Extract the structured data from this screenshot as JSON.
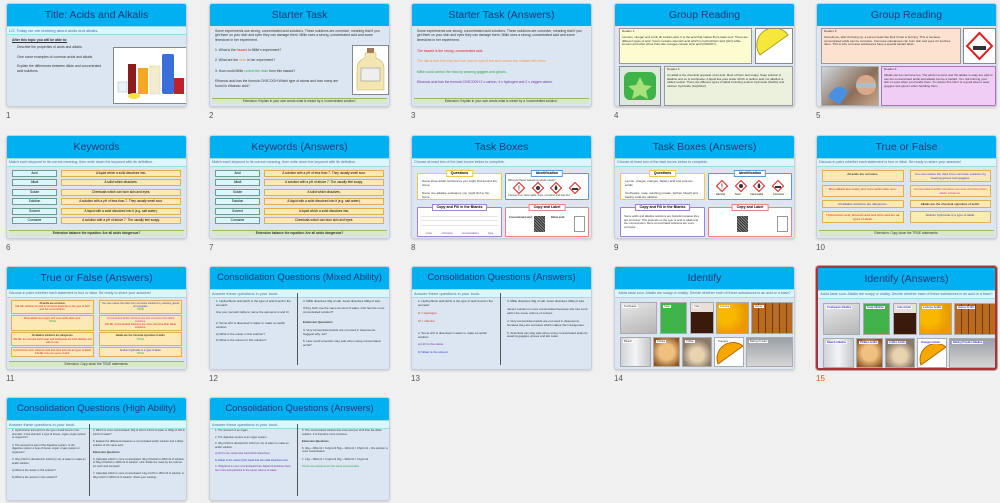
{
  "view": "slide-sorter",
  "selected_slide": 15,
  "colors": {
    "title_bar": "#00b0f0",
    "slide_bg": "#dce6f2",
    "title_text": "#1f3a7a",
    "selected_border": "#a3363a",
    "selected_number": "#d4562b"
  },
  "slides": [
    {
      "num": "1",
      "title": "Title: Acids and Alkalis",
      "lo": "LO: Today we are learning about acids and alkalis.",
      "heading": "After this topic you will be able to:",
      "bullets": [
        "Describe the properties of acids and alkalis.",
        "Give some examples of common acids and alkalis.",
        "Explain the differences between dilute and concentrated acid solutions."
      ],
      "image": "household-chemicals-illustration"
    },
    {
      "num": "2",
      "title": "Starter Task",
      "intro": "Some experiments use strong, concentrated acid solutions. These solutions are corrosive, meaning that if you get them on your skin and eyes they can damage them. Millie uses a strong, concentrated acid and some limestone in her experiment.",
      "questions": [
        "What is the hazard in Millie's experiment?",
        "What are the risks in her experiment?",
        "How could Millie control the risks from this hazard?",
        "Ethanoic acid has the formula CH3COOH Which type of atoms and how many are found in ethanoic acid?"
      ],
      "bottle_label": "Concentrated Hydrochloric Acid",
      "extension": "Extension: Explain in your own words what is meant by a 'concentrated solution.'"
    },
    {
      "num": "3",
      "title": "Starter Task (Answers)",
      "intro": "Some experiments use strong, concentrated acid solutions. These solutions are corrosive, meaning that if you get them on your skin and eyes they can damage them. Millie uses a strong, concentrated acid and some limestone in her experiment.",
      "answers": [
        "The hazard is the strong, concentrated acid.",
        "The risk is that she may burn her skin or eyes if the acid comes into contact with them.",
        "Millie could control the risks by wearing goggles and gloves.",
        "Ethanoic acid has the formula CH3COOH 2 x carbon, 4 x hydrogen and 2 x oxygen atoms."
      ],
      "extension": "Extension: Explain in your own words what is meant by a 'concentrated solution.'"
    },
    {
      "num": "4",
      "title": "Group Reading",
      "reader1_label": "Reader 1:",
      "reader1": "Lemons, vinegar and vomit all contain acid. It is the acid that makes them taste sour. There are different types of acid. Vomit contains stomach acid which is hydrochloric acid (HCl) while lemons and other citrus fruits like oranges contain citric acid (C6H8O7).",
      "reader2_label": "Reader 2:",
      "reader2": "An alkali is the chemical opposite of an acid. Most of them feel soapy. Soap solution is alkaline and so is toothpaste. A liquid like pure water which is neither acid nor alkaline is called neutral. There are different types of alkali including sodium hydroxide (NaOH) and calcium hydroxide (Ca(OH)2)."
    },
    {
      "num": "5",
      "title": "Group Reading",
      "reader3_label": "Reader 3:",
      "reader3": "Sometimes, after throwing up, a person feels like their throat is burning. This is because concentrated acids can be corrosive. Corrosive substances can burn skin and eyes if it touches them. This is why corrosive substances have a special hazard label.",
      "reader4_label": "Reader 4:",
      "reader4": "Alkalis can be corrosive too. The acid in lemons and the alkalis in soap are safe to use but concentrated acids and alkalis can be a hazard. You risk burning your skin or eyes when you handle them. To reduce this risk it is a good idea to wear goggles and gloves when handling them."
    },
    {
      "num": "6",
      "title": "Keywords",
      "instruction": "Match each keyword to its correct meaning, then write down the keyword with its definition.",
      "keywords": [
        "Acid",
        "Alkali",
        "Solute",
        "Solution",
        "Solvent",
        "Corrosive"
      ],
      "definitions": [
        "A liquid which a solid dissolves into.",
        "A solid which dissolves.",
        "Chemicals which can burn skin and eyes.",
        "A solution with a pH of less than 7. They usually smell sour.",
        "A liquid with a solid dissolved into it (e.g. salt water).",
        "A solution with a pH of above 7. The usually feel soapy."
      ],
      "extension": "Extension balance the equation: Are all acids dangerous?"
    },
    {
      "num": "7",
      "title": "Keywords (Answers)",
      "instruction": "Match each keyword to its correct meaning, then write down the keyword with its definition.",
      "keywords": [
        "Acid",
        "Alkali",
        "Solute",
        "Solution",
        "Solvent",
        "Corrosive"
      ],
      "definitions": [
        "A solution with a pH of less than 7. They usually smell sour.",
        "A solution with a pH of above 7. The usually feel soapy.",
        "A solid which dissolves.",
        "A liquid with a solid dissolved into it (e.g. salt water).",
        "A liquid which a solid dissolves into.",
        "Chemicals which can burn skin and eyes."
      ],
      "extension": "Extension balance the equation: Are all acids dangerous?"
    },
    {
      "num": "8",
      "title": "Task Boxes",
      "instruction": "Choose at least two of the task boxes below to complete.",
      "boxes": {
        "questions": "Questions",
        "identification": "Identification",
        "fill_blanks": "Copy and Fill in the Blanks",
        "copy_label": "Copy and Label"
      },
      "q_items": [
        "Name three acidic substances you might find around the home.",
        "Name one alkaline substance you might find in the home."
      ],
      "ident_prompt": "What do these hazard symbols mean?",
      "ident_choices": "Choose from: flammable, toxic, corrosive and harmful.",
      "blank_words": [
        "more",
        "corrosive",
        "concentration",
        "type"
      ],
      "label_titles": [
        "Concentrated acid:",
        "Dilute acid:"
      ]
    },
    {
      "num": "9",
      "title": "Task Boxes (Answers)",
      "instruction": "Choose at least two of the task boxes below to complete.",
      "boxes": {
        "questions": "Questions",
        "identification": "Identification",
        "fill_blanks": "Copy and Fill in the Blanks",
        "copy_label": "Copy and Label"
      },
      "q_items": [
        "Lemon, vinegar, oranges, battery acid and cola are acidic.",
        "Toothpaste, soap, washing powder, kitchen bleach and baking soda are alkaline."
      ],
      "hazard_names": [
        "Harmful",
        "Toxic",
        "Flammable",
        "Corrosive"
      ],
      "fill_text": "Some acids and alkaline solutions are hazards because they are corrosive. This depends on the type of acid or alkali and the concentration. More concentrated solutions are more corrosive."
    },
    {
      "num": "10",
      "title": "True or False",
      "instruction": "Discuss in pairs whether each statement is true or false. Be ready to share your answers!",
      "left": [
        "All acids are corrosive.",
        "Most alkalis feel soapy and most acids taste sour.",
        "All alkaline solutions are dangerous.",
        "Hydrochloric acid, ethanoic acid and citric acid are all types of alkali."
      ],
      "right": [
        "You can reduce the risks from corrosive solutions by wearing gloves and goggles.",
        "Concentrated acidic solutions are less corrosive than dilute solutions.",
        "Alkalis are the chemical opposites of acids.",
        "Sodium hydroxide is a type of alkali."
      ],
      "extension": "Extension: Copy down the TRUE statements."
    },
    {
      "num": "11",
      "title": "True or False (Answers)",
      "instruction": "Discuss in pairs whether each statement is true or false. Be ready to share your answers!",
      "left": [
        {
          "s": "All acids are corrosive.",
          "v": "FALSE: whether an acid is corrosive depends on the type of acid and the concentration."
        },
        {
          "s": "Most alkalis feel soapy and most acids taste sour.",
          "v": "TRUE"
        },
        {
          "s": "All alkaline solutions are dangerous.",
          "v": "FALSE: for example hand soap and toothpaste are both alkaline and safe to use."
        },
        {
          "s": "Hydrochloric acid, ethanoic acid and citric acid are all types of alkali.",
          "v": "FALSE: they are types of acid."
        }
      ],
      "right": [
        {
          "s": "You can reduce the risks from corrosive solutions by wearing gloves and goggles.",
          "v": "TRUE"
        },
        {
          "s": "Concentrated acidic solutions are less corrosive than dilute solutions.",
          "v": "FALSE: Concentrated solutions are more corrosive than dilute solutions."
        },
        {
          "s": "Alkalis are the chemical opposites of acids.",
          "v": "TRUE"
        },
        {
          "s": "Sodium hydroxide is a type of alkali.",
          "v": "TRUE"
        }
      ],
      "extension": "Extension: Copy down the TRUE statements."
    },
    {
      "num": "12",
      "title": "Consolidation Questions (Mixed Ability)",
      "instruction": "Answer these questions in your book.",
      "left": [
        "1. Hydrochloric acid (HCl) is the type of acid found in the stomach.",
        "Use your periodic table to name the elements H and Cl.",
        "2. Some HCl is dissolved in water to make an acidic solution.",
        "a) What is the solute in this solution?",
        "b) What is the solvent in this solution?"
      ],
      "right": [
        "3. Millie dissolves 30g of salt. Janet dissolves 300g of salt.",
        "If they both use the same amount of water, who has the more concentrated solution?",
        "Extension Questions",
        "4. Very concentrated acids are not used in classrooms. Suggest why not?",
        "5. How could scientists stay safe when using concentrated acids?"
      ]
    },
    {
      "num": "13",
      "title": "Consolidation Questions (Answers)",
      "instruction": "Answer these questions in your book.",
      "left": [
        "1. Hydrochloric acid (HCl) is the type of acid found in the stomach.",
        "H = Hydrogen",
        "Cl = chlorine",
        "2. Some HCl is dissolved in water to make an acidic solution.",
        "a) HCl is the solute",
        "b) Water is the solvent"
      ],
      "right": [
        "3. Millie dissolves 30g of salt. Janet dissolves 300g of salt.",
        "Janet's solution is more concentrated because she has more salt in the same volume of solvent.",
        "4. Very concentrated acids are not used in classrooms because they are corrosive which makes them dangerous.",
        "5. Scientists can stay safe when using concentrated acids by wearing goggles, gloves and lab coats."
      ]
    },
    {
      "num": "14",
      "title": "Identify",
      "instruction": "Acids taste sour. Alkalis are soapy or chalky. Decide whether each of these substances is an acid or a base?",
      "items": [
        "Toothpaste",
        "Soap",
        "Cola",
        "Lemons",
        "Honey",
        "Bleach",
        "Pickles",
        "Coffee",
        "Oranges",
        "Baking Powder"
      ]
    },
    {
      "num": "15",
      "title": "Identify (Answers)",
      "instruction": "Acids taste sour. Alkalis are soapy or chalky. Decide whether each of these substances is an acid or a base?",
      "items": [
        "Toothpaste Alkaline",
        "Soap Alkaline",
        "Cola Acidic",
        "Lemons Acidic",
        "Honey Acidic",
        "Bleach Alkaline",
        "Pickles Acidic",
        "Coffee Acidic",
        "Oranges Acidic",
        "Baking Powder Alkaline"
      ]
    },
    {
      "num": "16",
      "title": "Consolidation Questions (High Ability)",
      "instruction": "Answer these questions in your book.",
      "left": [
        "1. Hydrochloric acid (HCl) is the type of acid found in the stomach. Is the stomach a type of tissue, organ, organ system or organism?",
        "2. The stomach is part of the digestive system. Is the digestive system a type of tissue, organ, organ system or organism?",
        "3. 30g of HCl is dissolved in 1dm3 (or 1L) of water to make an acidic solution.",
        "a) What is the solute in this solution?",
        "b) What is the solvent in this solution?"
      ],
      "right": [
        "4. Which is more concentrated, 30g of HCl in 1dm3 of water or 300g of HCl in 1dm3 of water?",
        "5. Explain the difference between a concentrated acidic solution and a dilute solution of the same acid.",
        "Extension Questions",
        "6. Calculate which is more concentrated: 40g of NaOH in 200cm3 of solution or 50g of NaOH in 100cm3 of solution. Hint: divide the mass by the volume for each and compare!",
        "7. Calculate which is more concentrated: 13g of HCl in 150cm3 of solution or 30g of HCl in 300cm3 of solution. Show your working."
      ]
    },
    {
      "num": "17",
      "title": "Consolidation Questions (Answers)",
      "instruction": "Answer these questions in your book.",
      "left": [
        "1. The stomach is an organ.",
        "2. The digestive system is an organ system.",
        "3. 30g of HCl is dissolved in 1dm3 (or 1L) of water to make an acidic solution.",
        "a) HCl is the solute (the solid which dissolves).",
        "b) Water is the solvent (the liquid that the solid dissolves into).",
        "4. 300g/dm3 is more concentrated than 30g/dm3 because there are more acid particles in the same volume of water."
      ],
      "right": [
        "5. The concentrated solution has more acid per dm3 than the dilute solution. It is therefore more corrosive.",
        "Extension Questions",
        "6. 40g ÷ 200cm3 = 0.2g/cm3  50g ÷ 100cm3 = 0.5g/cm3 – this solution is more concentrated",
        "7. 13g ÷ 150cm3 = 0.1g/cm3  30g ÷ 300cm3 = 0.1g/cm3",
        "These two solutions are the same concentration."
      ]
    }
  ]
}
